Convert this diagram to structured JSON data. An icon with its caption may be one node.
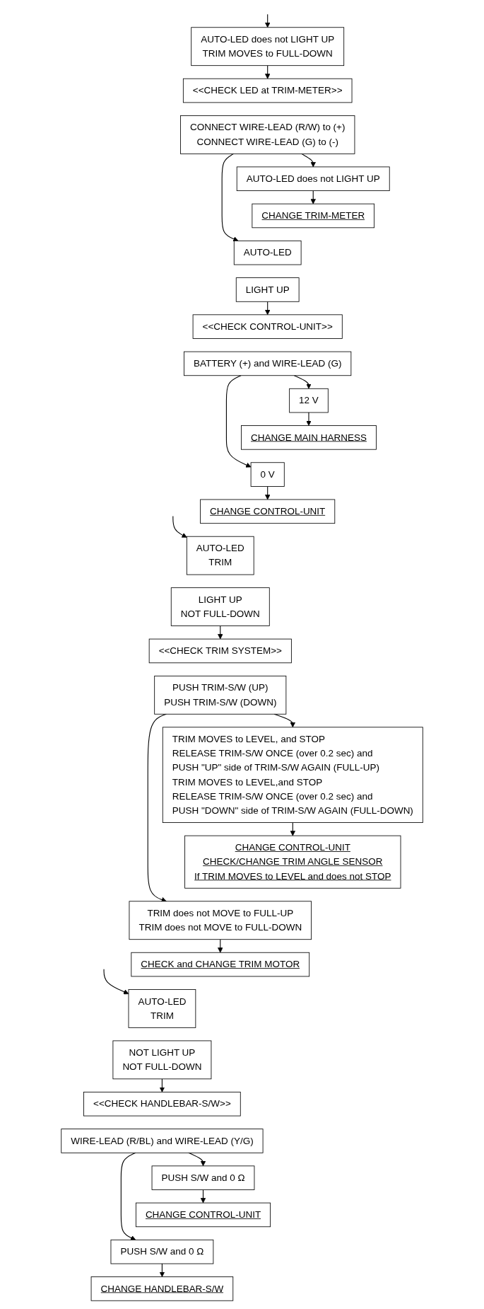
{
  "diagram": {
    "nodes": [
      {
        "text": [
          "AUTO-LED does not LIGHT UP",
          "TRIM MOVES to FULL-DOWN"
        ]
      },
      {
        "text": [
          "<<CHECK LED at TRIM-METER>>"
        ]
      },
      {
        "text": [
          "CONNECT WIRE-LEAD (R/W) to (+)",
          "CONNECT WIRE-LEAD (G) to (-)"
        ]
      },
      {
        "text": [
          "AUTO-LED does not LIGHT UP"
        ]
      },
      {
        "text": [
          "CHANGE TRIM-METER"
        ]
      },
      {
        "text": [
          "AUTO-LED"
        ]
      },
      {
        "text": [
          "LIGHT UP"
        ]
      },
      {
        "text": [
          "<<CHECK CONTROL-UNIT>>"
        ]
      },
      {
        "text": [
          "BATTERY (+) and WIRE-LEAD (G)"
        ]
      },
      {
        "text": [
          "12 V"
        ]
      },
      {
        "text": [
          "CHANGE MAIN HARNESS"
        ]
      },
      {
        "text": [
          "0 V"
        ]
      },
      {
        "text": [
          "CHANGE CONTROL-UNIT"
        ]
      },
      {
        "text": [
          "AUTO-LED",
          "TRIM"
        ]
      },
      {
        "text": [
          "LIGHT UP",
          "NOT FULL-DOWN"
        ]
      },
      {
        "text": [
          "<<CHECK TRIM SYSTEM>>"
        ]
      },
      {
        "text": [
          "PUSH TRIM-S/W (UP)",
          "PUSH TRIM-S/W (DOWN)"
        ]
      },
      {
        "text": [
          "TRIM MOVES to LEVEL, and STOP",
          "RELEASE TRIM-S/W ONCE (over 0.2 sec) and",
          "PUSH \"UP\" side of TRIM-S/W AGAIN (FULL-UP)",
          "TRIM MOVES to LEVEL,and STOP",
          "RELEASE TRIM-S/W ONCE (over 0.2 sec) and",
          "PUSH \"DOWN\" side of TRIM-S/W AGAIN (FULL-DOWN)"
        ]
      },
      {
        "text": [
          "CHANGE CONTROL-UNIT",
          "CHECK/CHANGE TRIM ANGLE SENSOR",
          "If TRIM MOVES to LEVEL and does not STOP"
        ]
      },
      {
        "text": [
          "TRIM does not MOVE to FULL-UP",
          "TRIM does not MOVE to FULL-DOWN"
        ]
      },
      {
        "text": [
          "CHECK and CHANGE TRIM MOTOR"
        ]
      },
      {
        "text": [
          "AUTO-LED",
          "TRIM"
        ]
      },
      {
        "text": [
          "NOT LIGHT UP",
          "NOT FULL-DOWN"
        ]
      },
      {
        "text": [
          "<<CHECK HANDLEBAR-S/W>>"
        ]
      },
      {
        "text": [
          "WIRE-LEAD (R/BL) and WIRE-LEAD (Y/G)"
        ]
      },
      {
        "text": [
          "PUSH S/W and 0 Ω"
        ]
      },
      {
        "text": [
          "CHANGE CONTROL-UNIT"
        ]
      },
      {
        "text": [
          "PUSH S/W and 0 Ω"
        ]
      },
      {
        "text": [
          "CHANGE HANDLEBAR-S/W"
        ]
      }
    ],
    "edges": [
      {
        "from": null,
        "to": 0,
        "arrow": "to"
      },
      {
        "from": 0,
        "to": 1,
        "arrow": "to"
      },
      {
        "from": 2,
        "to": 3,
        "arrow": "to"
      },
      {
        "from": 2,
        "to": 5,
        "arrow": "to"
      },
      {
        "from": 3,
        "to": 4,
        "arrow": "to"
      },
      {
        "from": 6,
        "to": 7,
        "arrow": "to"
      },
      {
        "from": 8,
        "to": 9,
        "arrow": "to"
      },
      {
        "from": 8,
        "to": 11,
        "arrow": "to"
      },
      {
        "from": 9,
        "to": 10,
        "arrow": "to"
      },
      {
        "from": 11,
        "to": 12,
        "arrow": "to"
      },
      {
        "from": null,
        "to": 13,
        "arrow": "to"
      },
      {
        "from": 14,
        "to": 15,
        "arrow": "to"
      },
      {
        "from": 16,
        "to": 17,
        "arrow": "to"
      },
      {
        "from": 16,
        "to": 19,
        "arrow": "to"
      },
      {
        "from": 17,
        "to": 18,
        "arrow": "to"
      },
      {
        "from": 19,
        "to": 20,
        "arrow": "to"
      },
      {
        "from": null,
        "to": 21,
        "arrow": "to"
      },
      {
        "from": 22,
        "to": 23,
        "arrow": "to"
      },
      {
        "from": 24,
        "to": 25,
        "arrow": "to"
      },
      {
        "from": 24,
        "to": 27,
        "arrow": "to"
      },
      {
        "from": 25,
        "to": 26,
        "arrow": "to"
      },
      {
        "from": 27,
        "to": 28,
        "arrow": "to"
      }
    ]
  }
}
